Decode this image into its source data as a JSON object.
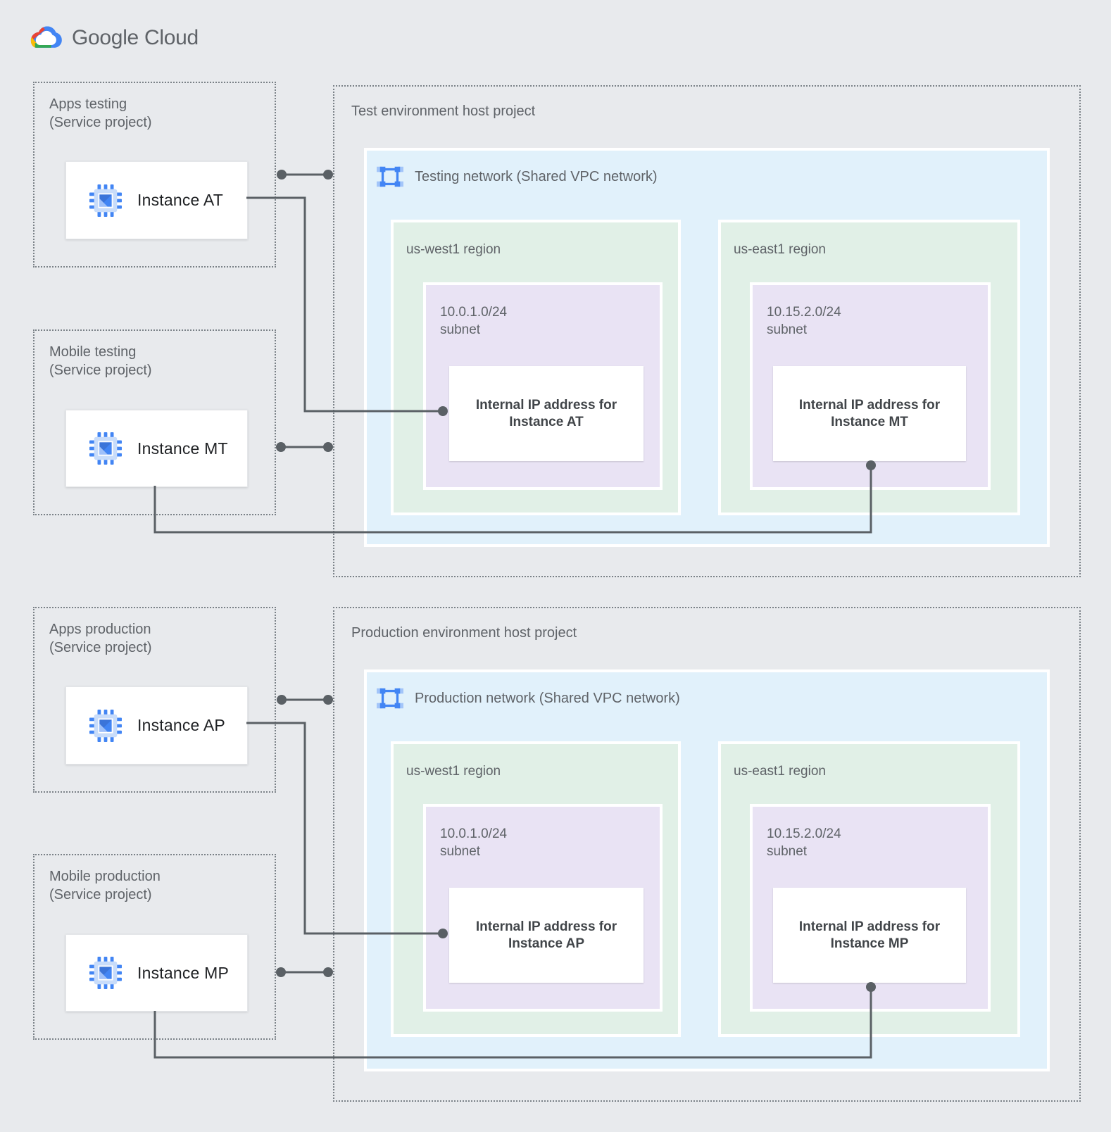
{
  "logo": {
    "text": "Google Cloud"
  },
  "test": {
    "apps": {
      "title": "Apps testing",
      "subtitle": "(Service project)",
      "instance": "Instance AT"
    },
    "mobile": {
      "title": "Mobile testing",
      "subtitle": "(Service project)",
      "instance": "Instance MT"
    },
    "host": {
      "title": "Test environment host project",
      "network_label": "Testing network (Shared VPC network)",
      "west": {
        "region": "us-west1 region",
        "cidr": "10.0.1.0/24",
        "subnet": "subnet",
        "ip1": "Internal IP address for",
        "ip2": "Instance AT"
      },
      "east": {
        "region": "us-east1 region",
        "cidr": "10.15.2.0/24",
        "subnet": "subnet",
        "ip1": "Internal IP address for",
        "ip2": "Instance MT"
      }
    }
  },
  "prod": {
    "apps": {
      "title": "Apps production",
      "subtitle": "(Service project)",
      "instance": "Instance AP"
    },
    "mobile": {
      "title": "Mobile production",
      "subtitle": "(Service project)",
      "instance": "Instance MP"
    },
    "host": {
      "title": "Production environment host project",
      "network_label": "Production network (Shared VPC network)",
      "west": {
        "region": "us-west1 region",
        "cidr": "10.0.1.0/24",
        "subnet": "subnet",
        "ip1": "Internal IP address for",
        "ip2": "Instance AP"
      },
      "east": {
        "region": "us-east1 region",
        "cidr": "10.15.2.0/24",
        "subnet": "subnet",
        "ip1": "Internal IP address for",
        "ip2": "Instance MP"
      }
    }
  },
  "icons": {
    "instance_icon": "compute-engine-chip",
    "network_icon": "vpc-network",
    "logo_icon": "google-cloud-logo"
  },
  "colors": {
    "background": "#E8EAED",
    "network_bg": "#E1F1FB",
    "region_bg": "#E1F0E7",
    "subnet_bg": "#E9E3F4",
    "card_bg": "#FFFFFF",
    "connector": "#5A6065",
    "dotted_border": "#7A8187",
    "accent_blue": "#4285F4",
    "text_primary": "#1F2124",
    "text_secondary": "#5F6368"
  }
}
